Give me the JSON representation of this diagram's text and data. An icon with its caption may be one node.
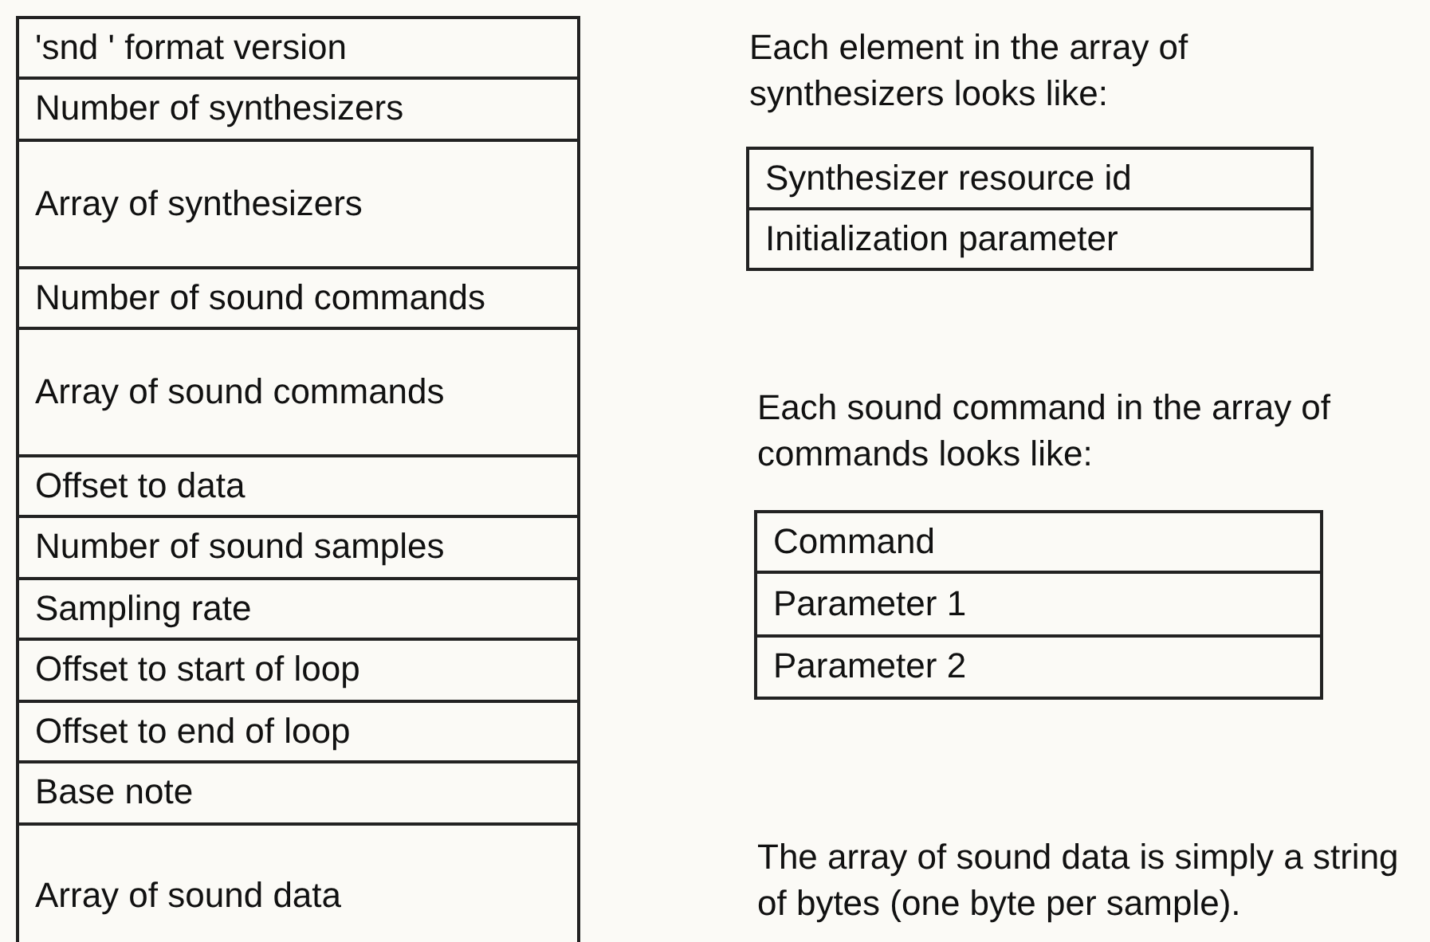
{
  "diagram": {
    "nodes": [
      {
        "text": [
          "'snd ' format version"
        ]
      },
      {
        "text": [
          "Number of synthesizers"
        ]
      },
      {
        "text": [
          "Array of synthesizers"
        ]
      },
      {
        "text": [
          "Number of sound commands"
        ]
      },
      {
        "text": [
          "Array of sound commands"
        ]
      },
      {
        "text": [
          "Offset to data"
        ]
      },
      {
        "text": [
          "Number of sound samples"
        ]
      },
      {
        "text": [
          "Sampling rate"
        ]
      },
      {
        "text": [
          "Offset to start of loop"
        ]
      },
      {
        "text": [
          "Offset to end of loop"
        ]
      },
      {
        "text": [
          "Base note"
        ]
      },
      {
        "text": [
          "Array of sound data"
        ]
      },
      {
        "text": [
          "Synthesizer resource id"
        ]
      },
      {
        "text": [
          "Initialization parameter"
        ]
      },
      {
        "text": [
          "Command"
        ]
      },
      {
        "text": [
          "Parameter 1"
        ]
      },
      {
        "text": [
          "Parameter 2"
        ]
      }
    ],
    "labels": [
      "Each element in the array of synthesizers looks like:",
      "Each sound command in the array of commands looks like:",
      "The array of sound data is simply a string of bytes (one byte per sample)."
    ]
  }
}
